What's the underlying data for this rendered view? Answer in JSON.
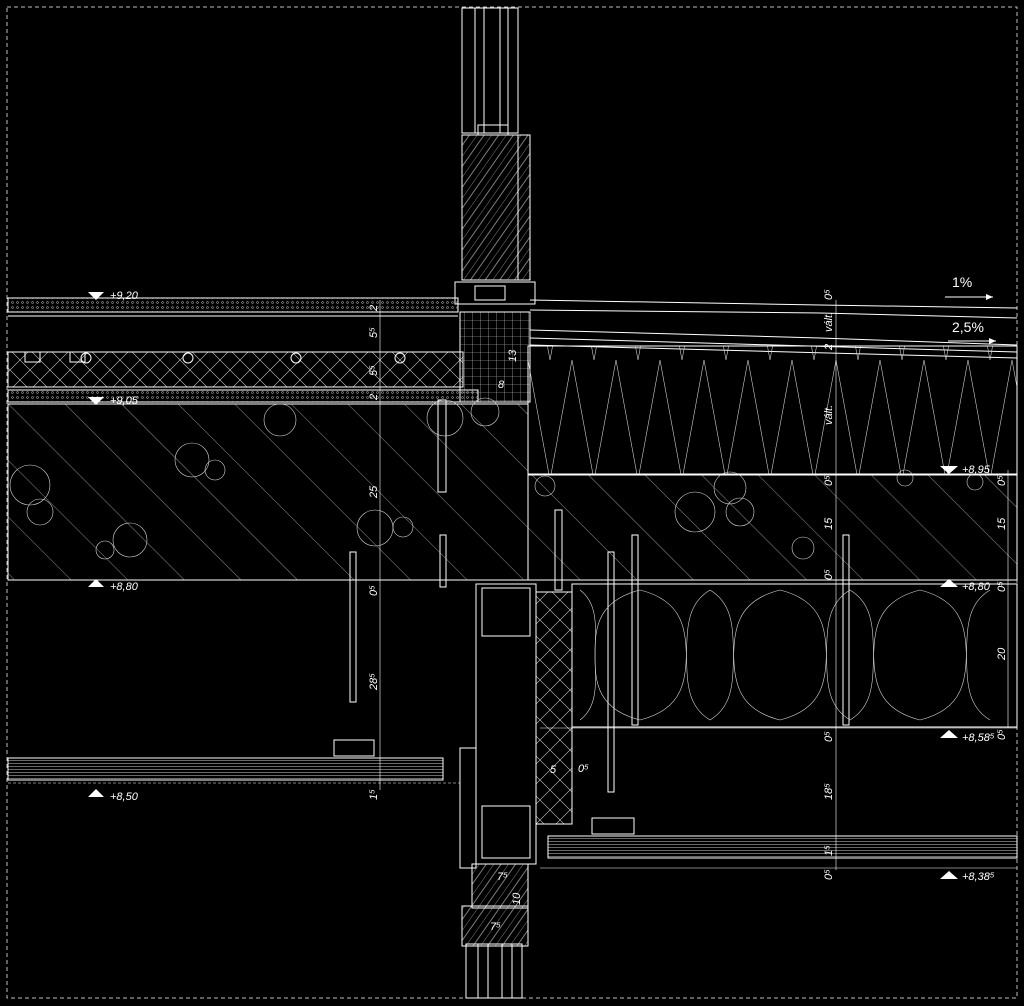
{
  "elevations": {
    "e920": "+9,20",
    "e905": "+9,05",
    "e895": "+8,95",
    "e880_left": "+8,80",
    "e880_right": "+8,80",
    "e858": "+8,58⁵",
    "e850": "+8,50",
    "e838": "+8,38⁵"
  },
  "slopes": {
    "s1": "1%",
    "s2": "2,5%"
  },
  "dimensions_left": {
    "d2a": "2",
    "d5a": "5⁵",
    "d5b": "5⁵",
    "d2b": "2",
    "d25": "25",
    "d05": "0⁵",
    "d28": "28⁵",
    "d1": "1⁵"
  },
  "dimensions_mid": {
    "d13": "13",
    "d8": "8",
    "d5": "5",
    "d05": "0⁵",
    "d7a": "7⁵",
    "d10": "10",
    "d7b": "7⁵"
  },
  "dimensions_right": {
    "d0a": "0⁵",
    "valt1": "vált.",
    "d2": "2",
    "valt2": "vált.",
    "d0b": "0⁵",
    "d15": "15",
    "d0c": "0⁵",
    "d0d": "0⁵",
    "d18": "18⁵",
    "d1": "1⁵",
    "d0e": "0⁵"
  },
  "dimensions_far_right": {
    "d0a": "0⁵",
    "d15": "15",
    "d0b": "0⁵",
    "d20": "20",
    "d0c": "0⁵"
  }
}
